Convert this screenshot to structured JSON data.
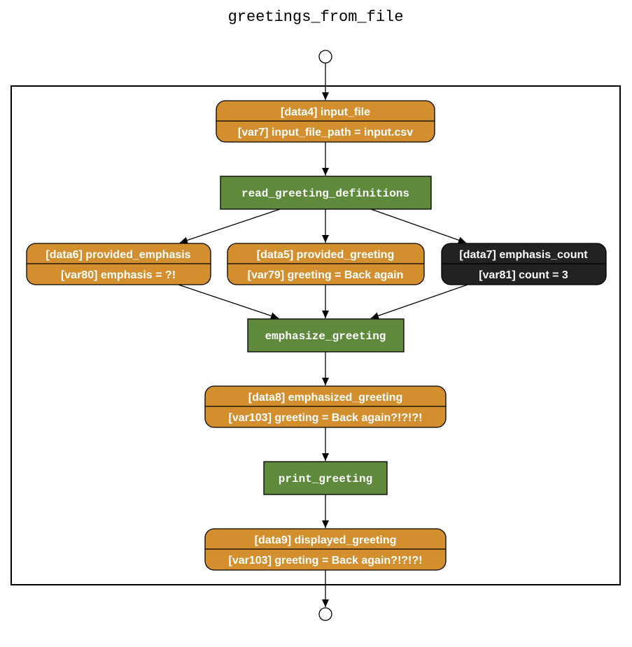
{
  "diagram": {
    "title": "greetings_from_file",
    "colors": {
      "data_fill": "#d38f2d",
      "dark_fill": "#222222",
      "step_fill": "#5f8a3c",
      "outline": "#000000",
      "text": "#ffffff"
    },
    "nodes": {
      "input_file": {
        "header": "[data4] input_file",
        "value": "[var7] input_file_path = input.csv"
      },
      "read_step": {
        "label": "read_greeting_definitions"
      },
      "provided_emphasis": {
        "header": "[data6] provided_emphasis",
        "value": "[var80] emphasis = ?!"
      },
      "provided_greeting": {
        "header": "[data5] provided_greeting",
        "value": "[var79] greeting = Back again"
      },
      "emphasis_count": {
        "header": "[data7] emphasis_count",
        "value": "[var81] count = 3"
      },
      "emphasize_step": {
        "label": "emphasize_greeting"
      },
      "emphasized_greeting": {
        "header": "[data8] emphasized_greeting",
        "value": "[var103] greeting = Back again?!?!?!"
      },
      "print_step": {
        "label": "print_greeting"
      },
      "displayed_greeting": {
        "header": "[data9] displayed_greeting",
        "value": "[var103] greeting = Back again?!?!?!"
      }
    }
  }
}
